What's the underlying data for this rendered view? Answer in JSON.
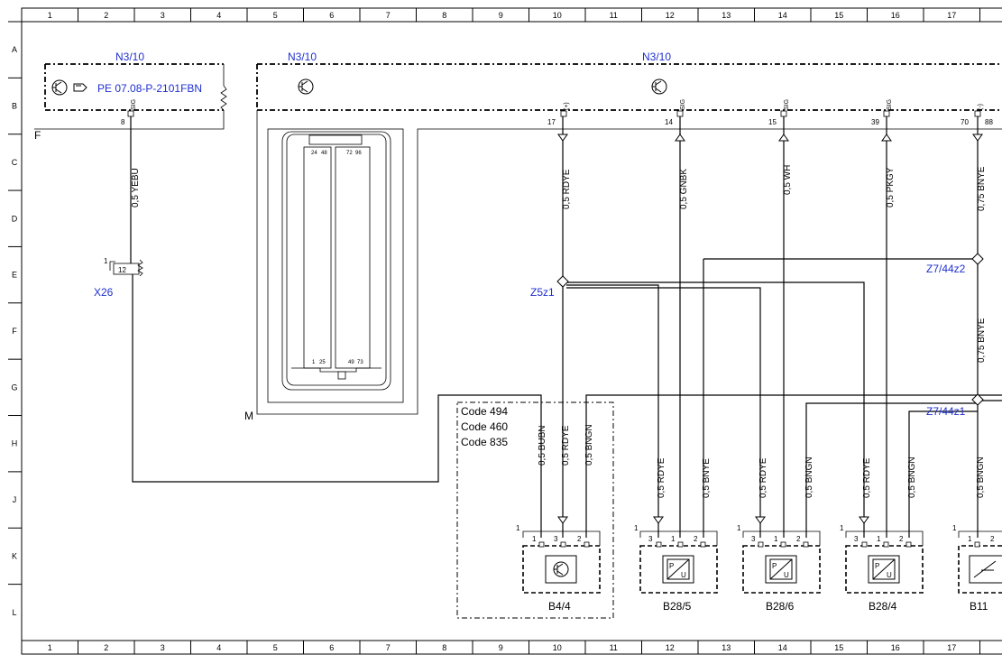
{
  "grid": {
    "columns": [
      "1",
      "2",
      "3",
      "4",
      "5",
      "6",
      "7",
      "8",
      "9",
      "10",
      "11",
      "12",
      "13",
      "14",
      "15",
      "16",
      "17"
    ],
    "rows": [
      "A",
      "B",
      "C",
      "D",
      "E",
      "F",
      "G",
      "H",
      "J",
      "K",
      "L"
    ]
  },
  "connectors": {
    "n3_10_left": "N3/10",
    "n3_10_mid": "N3/10",
    "n3_10_right": "N3/10",
    "reference": "PE 07.08-P-2101FBN",
    "f_label": "F",
    "m_label": "M",
    "x26": "X26",
    "x26_pin_a": "1",
    "x26_pin_b": "12"
  },
  "pins": {
    "p8": "8",
    "p17": "17",
    "p14": "14",
    "p15": "15",
    "p39": "39",
    "p70": "70",
    "p88": "88",
    "sig": "SIG",
    "plus": "(+)",
    "minus": "(-)"
  },
  "wires": {
    "yebu": "0,5 YEBU",
    "rdye_top": "0,5 RDYE",
    "gnbk": "0,5 GNBK",
    "wh": "0,5 WH",
    "pkgy": "0,5 PKGY",
    "bnye_075_top": "0,75 BNYE",
    "bnye_075_mid": "0,75 BNYE",
    "bubn": "0,5 BUBN",
    "rdye_b44": "0,5 RDYE",
    "bngn_b44": "0,5 BNGN",
    "rdye_b285": "0,5 RDYE",
    "bnye_b285": "0,5 BNYE",
    "rdye_b286": "0,5 RDYE",
    "bngn_b286": "0,5 BNGN",
    "rdye_b284": "0,5 RDYE",
    "bngn_b284": "0,5 BNGN",
    "bngn_b11": "0,5 BNGN"
  },
  "splices": {
    "z5z1": "Z5z1",
    "z7_44z2": "Z7/44z2",
    "z7_44z1": "Z7/44z1"
  },
  "codes": [
    "Code 494",
    "Code 460",
    "Code 835"
  ],
  "components": {
    "b4_4": "B4/4",
    "b28_5": "B28/5",
    "b28_6": "B28/6",
    "b28_4": "B28/4",
    "b11": "B11"
  },
  "component_pins": {
    "one": "1",
    "two": "2",
    "three": "3"
  },
  "ecu_pins": {
    "top_a": "24",
    "top_b": "48",
    "top_c": "72",
    "top_d": "96",
    "bot_a": "1",
    "bot_b": "25",
    "bot_c": "49",
    "bot_d": "73"
  },
  "colors": {
    "label_blue": "#1f2fd0",
    "line": "#000000",
    "background": "#ffffff"
  }
}
